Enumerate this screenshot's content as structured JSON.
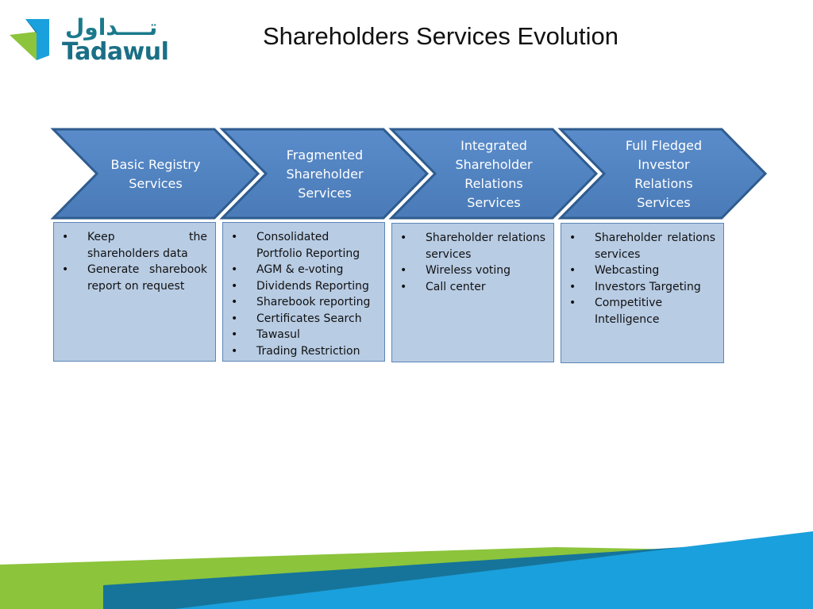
{
  "logo": {
    "arabic": "تــــداول",
    "latin": "Tadawul"
  },
  "title": "Shareholders Services Evolution",
  "colors": {
    "arrow_fill": "#4f81bd",
    "arrow_stroke": "#2f5c8f",
    "box_fill": "#b8cce4",
    "footer_blue": "#1aa0dc",
    "footer_teal": "#16749a",
    "footer_green": "#8cc43c"
  },
  "stages": [
    {
      "label": "Basic Registry Services",
      "items": [
        "Keep the shareholders data",
        "Generate sharebook report on request"
      ]
    },
    {
      "label": "Fragmented Shareholder Services",
      "items": [
        "Consolidated Portfolio Reporting",
        "AGM & e-voting",
        "Dividends Reporting",
        "Sharebook reporting",
        "Certificates Search",
        "Tawasul",
        "Trading Restriction"
      ]
    },
    {
      "label": "Integrated Shareholder Relations Services",
      "items": [
        "Shareholder relations services",
        "Wireless voting",
        "Call center"
      ]
    },
    {
      "label": "Full Fledged Investor Relations Services",
      "items": [
        "Shareholder relations services",
        "Webcasting",
        "Investors Targeting",
        "Competitive Intelligence"
      ]
    }
  ]
}
